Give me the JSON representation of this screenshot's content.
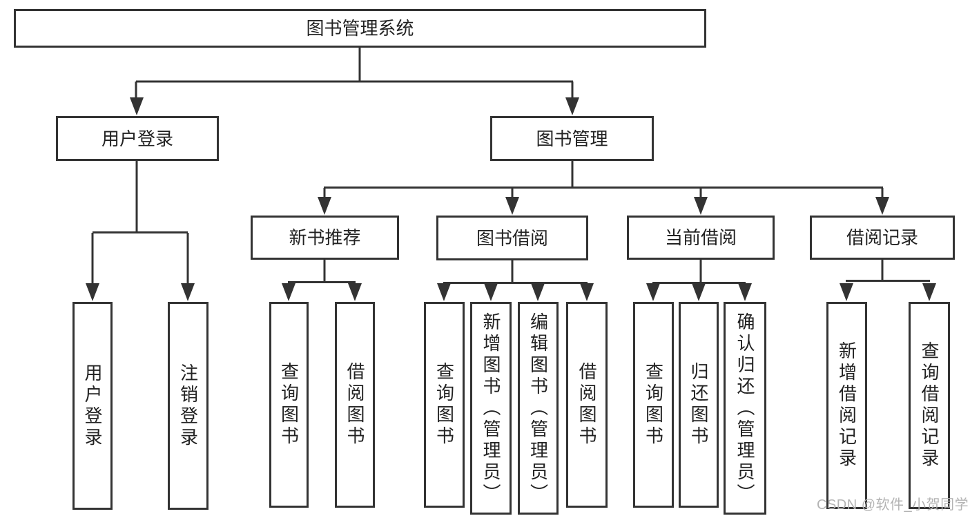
{
  "tree": {
    "root": {
      "label": "图书管理系统"
    },
    "branches": [
      {
        "label": "用户登录",
        "leaves": [
          {
            "label": "用户登录"
          },
          {
            "label": "注销登录"
          }
        ]
      },
      {
        "label": "图书管理",
        "groups": [
          {
            "label": "新书推荐",
            "leaves": [
              {
                "label": "查询图书"
              },
              {
                "label": "借阅图书"
              }
            ]
          },
          {
            "label": "图书借阅",
            "leaves": [
              {
                "label": "查询图书"
              },
              {
                "label": "新增图书（管理员）"
              },
              {
                "label": "编辑图书（管理员）"
              },
              {
                "label": "借阅图书"
              }
            ]
          },
          {
            "label": "当前借阅",
            "leaves": [
              {
                "label": "查询图书"
              },
              {
                "label": "归还图书"
              },
              {
                "label": "确认归还（管理员）"
              }
            ]
          },
          {
            "label": "借阅记录",
            "leaves": [
              {
                "label": "新增借阅记录"
              },
              {
                "label": "查询借阅记录"
              }
            ]
          }
        ]
      }
    ]
  },
  "watermark": {
    "text": "CSDN @软件_小贺同学"
  },
  "colors": {
    "line": "#333333",
    "box_border": "#333333",
    "text": "#222222",
    "watermark": "#b3b3b3",
    "background": "#ffffff"
  }
}
